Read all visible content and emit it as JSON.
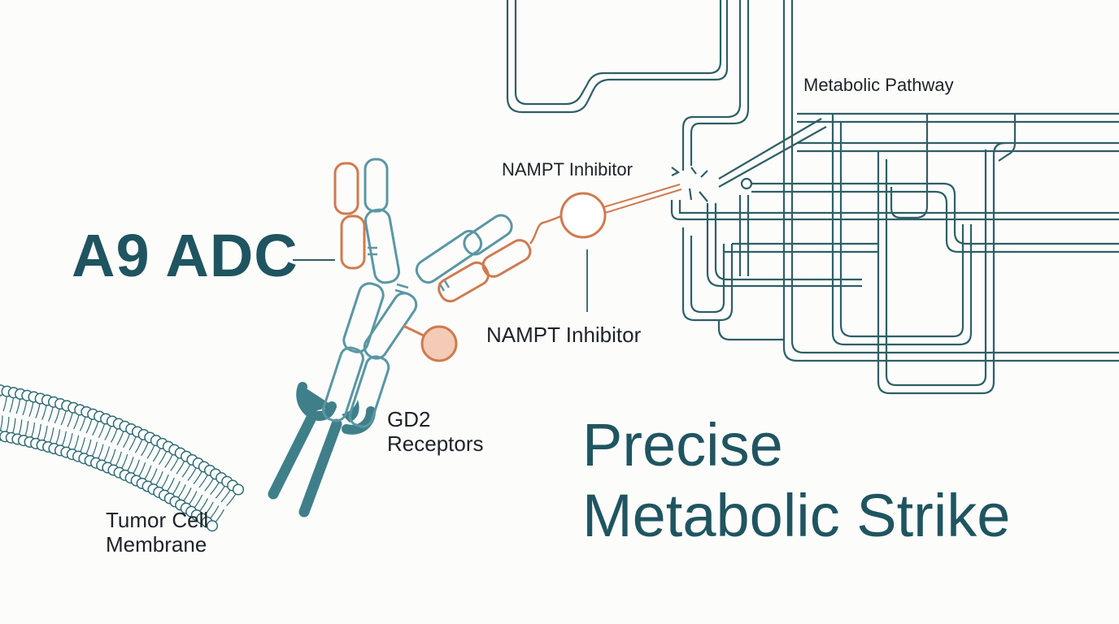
{
  "labels": {
    "adc_title": "A9 ADC",
    "nampt_inhibitor_top": "NAMPT Inhibitor",
    "nampt_inhibitor_bottom": "NAMPT Inhibitor",
    "metabolic_pathway": "Metabolic Pathway",
    "gd2_line1": "GD2",
    "gd2_line2": "Receptors",
    "membrane_line1": "Tumor Cell",
    "membrane_line2": "Membrane"
  },
  "headline": {
    "line1": "Precise",
    "line2": "Metabolic Strike"
  },
  "colors": {
    "teal_dark": "#1f5560",
    "teal_line": "#2e5f67",
    "antibody": "#5a97a3",
    "payload": "#d07a4f",
    "payload_fill": "#f4cbb6"
  }
}
